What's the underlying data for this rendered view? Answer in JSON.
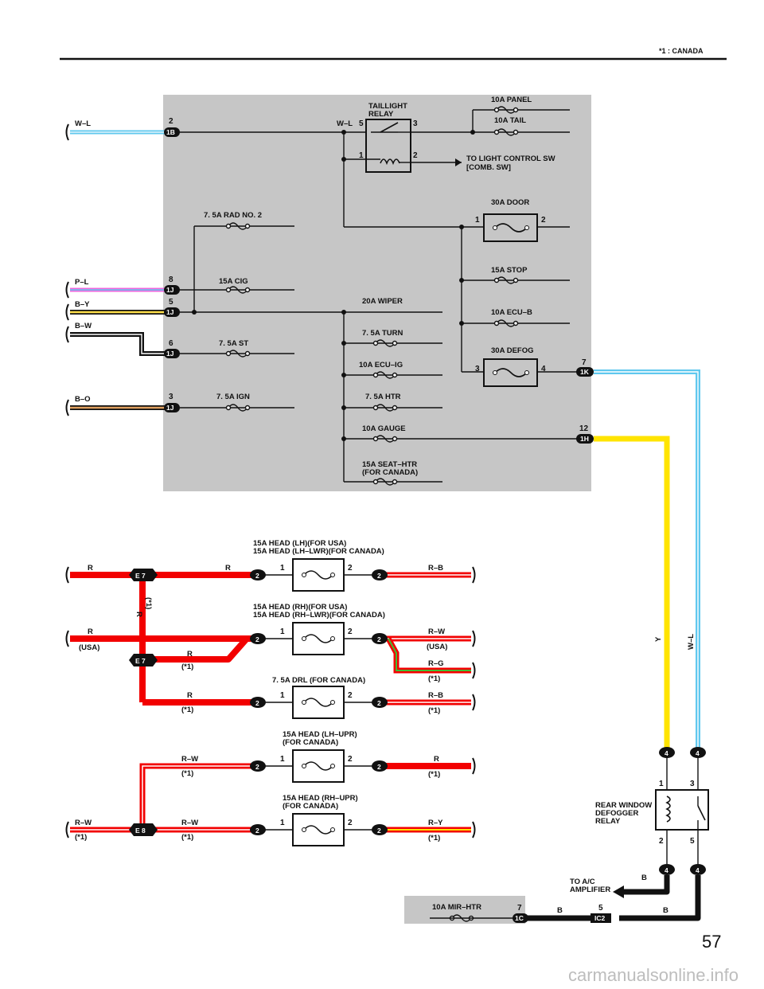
{
  "header": {
    "note": "*1 : CANADA"
  },
  "page_number": "57",
  "watermark": "carmanualsonline.info",
  "left_wires": [
    {
      "color": "W–L",
      "pin": "2",
      "conn": "1B"
    },
    {
      "color": "P–L",
      "pin": "8",
      "conn": "1J"
    },
    {
      "color": "B–Y",
      "pin": "5",
      "conn": "1J"
    },
    {
      "color": "B–W",
      "pin": "6",
      "conn": "1J"
    },
    {
      "color": "B–O",
      "pin": "3",
      "conn": "1J"
    }
  ],
  "relay": {
    "title_line1": "TAILLIGHT",
    "title_line2": "RELAY",
    "wire": "W–L",
    "pins": [
      "5",
      "3",
      "1",
      "2"
    ]
  },
  "to_light_sw": {
    "line1": "TO LIGHT CONTROL SW",
    "line2": "[COMB.  SW]"
  },
  "fuses_upper": {
    "panel": "10A PANEL",
    "tail": "10A TAIL",
    "door": "30A DOOR",
    "door_pins": [
      "1",
      "2"
    ],
    "stop": "15A STOP",
    "ecu_b": "10A ECU–B",
    "defog": "30A DEFOG",
    "defog_pins": [
      "3",
      "4"
    ],
    "rad": "7. 5A RAD NO. 2",
    "cig": "15A CIG",
    "st": "7. 5A ST",
    "ign": "7. 5A IGN",
    "wiper": "20A WIPER",
    "turn": "7. 5A TURN",
    "ecu_ig": "10A ECU–IG",
    "htr": "7. 5A HTR",
    "gauge": "10A GAUGE",
    "seat_line1": "15A SEAT–HTR",
    "seat_line2": "(FOR CANADA)"
  },
  "right_conns": [
    {
      "pin": "7",
      "conn": "1K"
    },
    {
      "pin": "12",
      "conn": "1H"
    }
  ],
  "vertical_wires": {
    "yellow": "Y",
    "wl": "W–L"
  },
  "head_fuses": [
    {
      "line1": "15A HEAD (LH)(FOR USA)",
      "line2": "15A HEAD (LH–LWR)(FOR CANADA)"
    },
    {
      "line1": "15A HEAD (RH)(FOR USA)",
      "line2": "15A HEAD (RH–LWR)(FOR CANADA)"
    },
    {
      "line1": "7. 5A DRL (FOR CANADA)",
      "line2": ""
    },
    {
      "line1": "15A HEAD (LH–UPR)",
      "line2": "(FOR CANADA)"
    },
    {
      "line1": "15A HEAD (RH–UPR)",
      "line2": "(FOR CANADA)"
    }
  ],
  "fuse_pins": {
    "in": "1",
    "out": "2",
    "conn": "2"
  },
  "lower_wires": {
    "r": "R",
    "usa": "(USA)",
    "c1": "(*1)",
    "r_c1_vertical": "R",
    "c1_vertical": "(*1)",
    "rw": "R–W",
    "rb": "R–B",
    "rg": "R–G",
    "ry": "R–Y",
    "e7": "E 7",
    "e8": "E 8"
  },
  "defogger_relay": {
    "line1": "REAR WINDOW",
    "line2": "DEFOGGER",
    "line3": "RELAY",
    "pins": [
      "1",
      "3",
      "2",
      "5"
    ],
    "conn": "4"
  },
  "to_ac": {
    "line1": "TO A/C",
    "line2": "AMPLIFIER",
    "wire": "B"
  },
  "mir_htr": {
    "label": "10A MIR–HTR",
    "pin": "7",
    "conn": "1C",
    "ic2_pin": "5",
    "ic2": "IC2",
    "wire_b": "B"
  }
}
